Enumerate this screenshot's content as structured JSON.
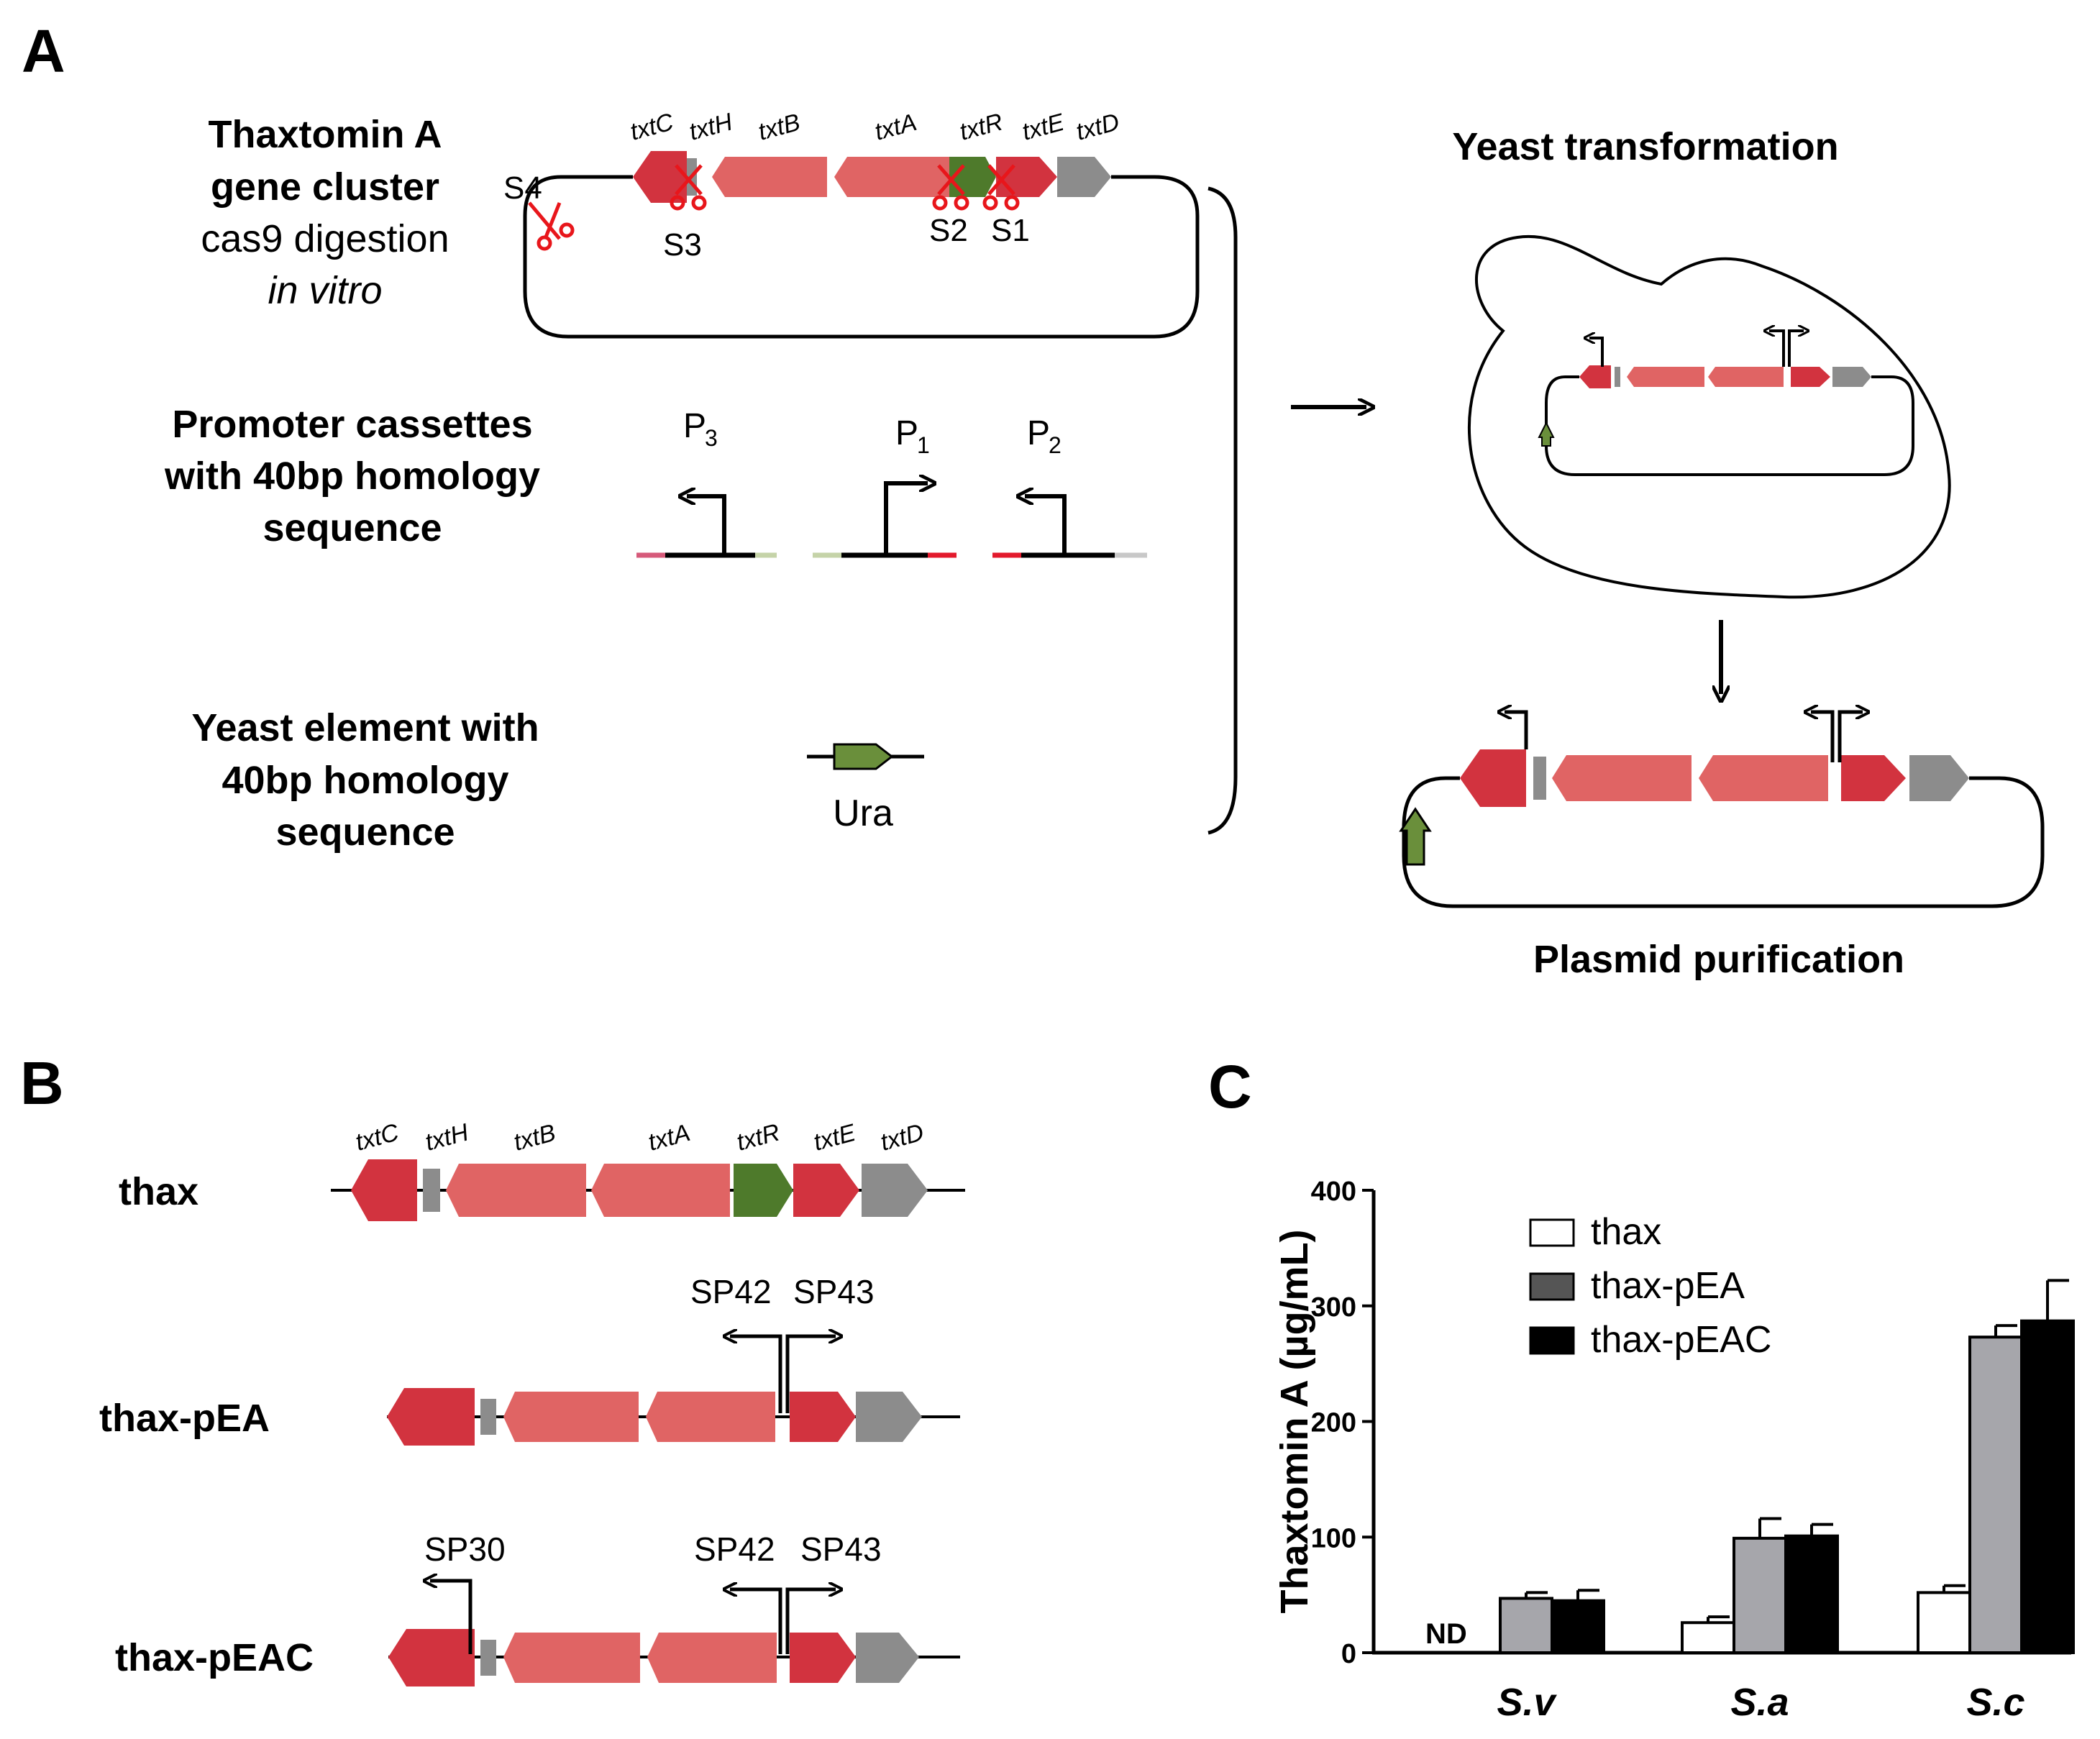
{
  "panel_labels": {
    "a": "A",
    "b": "B",
    "c": "C"
  },
  "panel_a": {
    "cluster_title": [
      "Thaxtomin A",
      "gene cluster"
    ],
    "cluster_subtitle": "cas9 digestion",
    "cluster_subtitle_italic": "in vitro",
    "genes": [
      "txtC",
      "txtH",
      "txtB",
      "txtA",
      "txtR",
      "txtE",
      "txtD"
    ],
    "cut_sites": [
      "S4",
      "S3",
      "S2",
      "S1"
    ],
    "promoter_title": [
      "Promoter cassettes",
      "with 40bp homology",
      "sequence"
    ],
    "promoters": [
      {
        "letter": "P",
        "sub": "3"
      },
      {
        "letter": "P",
        "sub": "1"
      },
      {
        "letter": "P",
        "sub": "2"
      }
    ],
    "yeast_element_title": [
      "Yeast element with",
      "40bp homology",
      "sequence"
    ],
    "yeast_marker": "Ura",
    "yeast_transformation": "Yeast transformation",
    "plasmid_purification": "Plasmid purification"
  },
  "panel_b": {
    "genes": [
      "txtC",
      "txtH",
      "txtB",
      "txtA",
      "txtR",
      "txtE",
      "txtD"
    ],
    "constructs": [
      {
        "name": "thax",
        "promoters": []
      },
      {
        "name": "thax-pEA",
        "promoters": [
          "SP42",
          "SP43"
        ]
      },
      {
        "name": "thax-pEAC",
        "promoters": [
          "SP30",
          "SP42",
          "SP43"
        ]
      }
    ]
  },
  "colors": {
    "dark_red": "#d2333f",
    "light_red": "#e06464",
    "green": "#4e7a2b",
    "gray": "#8c8c8c",
    "scissors": "#e8161b"
  },
  "chart_data": {
    "type": "bar",
    "categories": [
      "S.v",
      "S.a",
      "S.c"
    ],
    "series": [
      {
        "name": "thax",
        "values": [
          0,
          26,
          52
        ],
        "errors": [
          0,
          5,
          6
        ],
        "color": "#ffffff"
      },
      {
        "name": "thax-pEA",
        "values": [
          47,
          99,
          273
        ],
        "errors": [
          5,
          17,
          10
        ],
        "color": "#a6a6ab"
      },
      {
        "name": "thax-pEAC",
        "values": [
          45,
          101,
          287
        ],
        "errors": [
          9,
          10,
          35
        ],
        "color": "#000000"
      }
    ],
    "annotations": [
      "ND"
    ],
    "ylabel": "Thaxtomin A (µg/mL)",
    "xlabel": "",
    "ylim": [
      0,
      400
    ],
    "yticks": [
      0,
      100,
      200,
      300,
      400
    ],
    "legend_position": "top-left"
  }
}
